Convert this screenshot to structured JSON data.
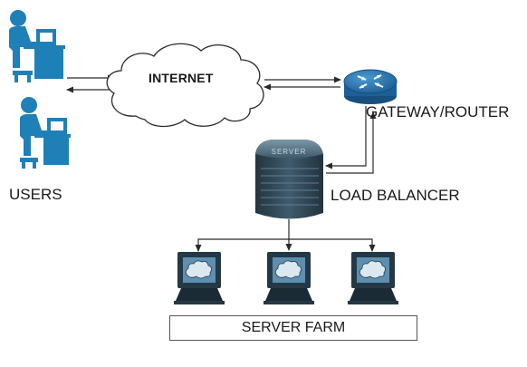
{
  "labels": {
    "users": "USERS",
    "internet": "INTERNET",
    "gateway": "GATEWAY/ROUTER",
    "load_balancer": "LOAD BALANCER",
    "server_farm": "SERVER FARM"
  },
  "icons": {
    "server_badge": "SERVER"
  },
  "colors": {
    "user_blue": "#1f80b8",
    "router_blue": "#2b79b7",
    "server_dark": "#2e4452",
    "monitor_blue": "#5d8fb1",
    "line": "#2a2a2a"
  }
}
